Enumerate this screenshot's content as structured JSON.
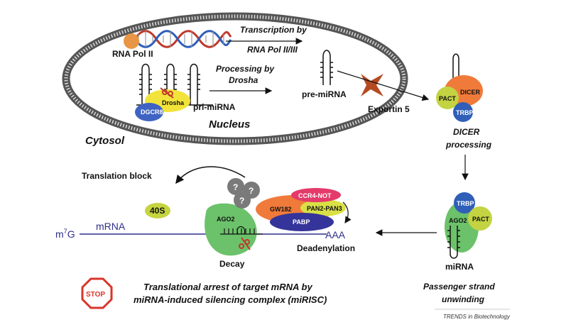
{
  "labels": {
    "rna_pol": "RNA Pol II",
    "transcription_line1": "Transcription by",
    "transcription_line2": "RNA Pol II/III",
    "processing_line1": "Processing by",
    "processing_line2": "Drosha",
    "pre_mirna": "pre-miRNA",
    "pri_mirna": "pri-miRNA",
    "drosha": "Drosha",
    "dgcr8": "DGCR8",
    "nucleus": "Nucleus",
    "exportin": "Exportin 5",
    "cytosol": "Cytosol",
    "pact": "PACT",
    "dicer": "DICER",
    "trbp": "TRBP",
    "dicer_processing_line1": "DICER",
    "dicer_processing_line2": "processing",
    "translation_block": "Translation block",
    "question": "?",
    "ccr4": "CCR4-NOT",
    "gw182": "GW182",
    "pan": "PAN2-PAN3",
    "pabp": "PABP",
    "forty_s": "40S",
    "ago2": "AGO2",
    "m7g_m": "m",
    "m7g_sup": "7",
    "m7g_g": "G",
    "mrna": "mRNA",
    "aaa": "AAA",
    "deadenylation": "Deadenylation",
    "decay": "Decay",
    "mirna": "miRNA",
    "passenger_line1": "Passenger strand",
    "passenger_line2": "unwinding",
    "stop": "STOP",
    "arrest_line1": "Translational arrest of target mRNA by",
    "arrest_line2": "miRNA-induced silencing complex (miRISC)",
    "credit": "TRENDS in Biotechnology"
  },
  "colors": {
    "membrane": "#555555",
    "rna_pol": "#e89545",
    "drosha": "#f2e33a",
    "dgcr8": "#3f63c2",
    "exportin": "#b54a20",
    "dicer": "#f07a3a",
    "pact": "#c3d342",
    "trbp": "#2f5fb8",
    "ago2": "#6cc26a",
    "ccr4": "#e43a6a",
    "gw182": "#f07a3a",
    "pan": "#d8e045",
    "pabp": "#34349a",
    "question": "#7a7a7a",
    "forty_s": "#c5d43f",
    "mrna_line": "#2e2e8a",
    "stop": "#d9352b",
    "scissors": "#c0392b"
  }
}
